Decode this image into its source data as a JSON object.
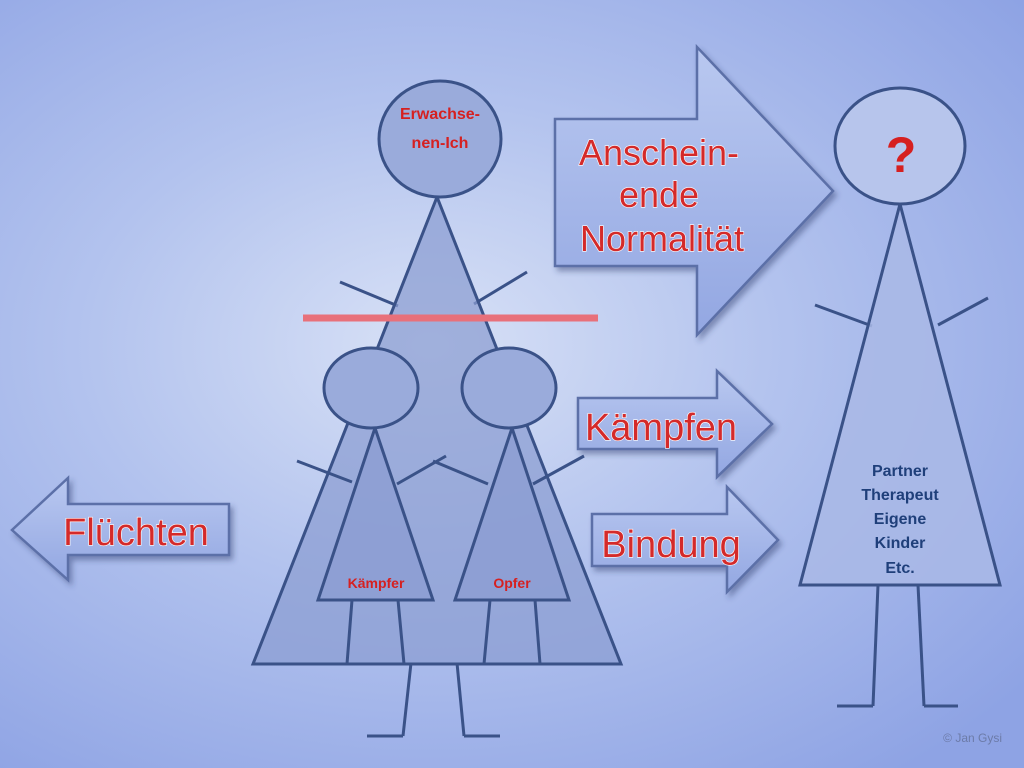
{
  "labels": {
    "adult_self": [
      "Erwachse-",
      "nen-Ich"
    ],
    "fighter": "Kämpfer",
    "victim": "Opfer",
    "question": "?",
    "others": [
      "Partner",
      "Therapeut",
      "Eigene",
      "Kinder",
      "Etc."
    ]
  },
  "arrows": {
    "normality": [
      "Anschein-",
      "ende",
      "Normalität"
    ],
    "fight": "Kämpfen",
    "bond": "Bindung",
    "flee": "Flüchten"
  },
  "credit": "© Jan Gysi",
  "colors": {
    "figure_stroke": "#3a5288",
    "figure_fill": "#8b9cd1",
    "accent_red": "#d62020",
    "divider_red": "#e8707a"
  }
}
